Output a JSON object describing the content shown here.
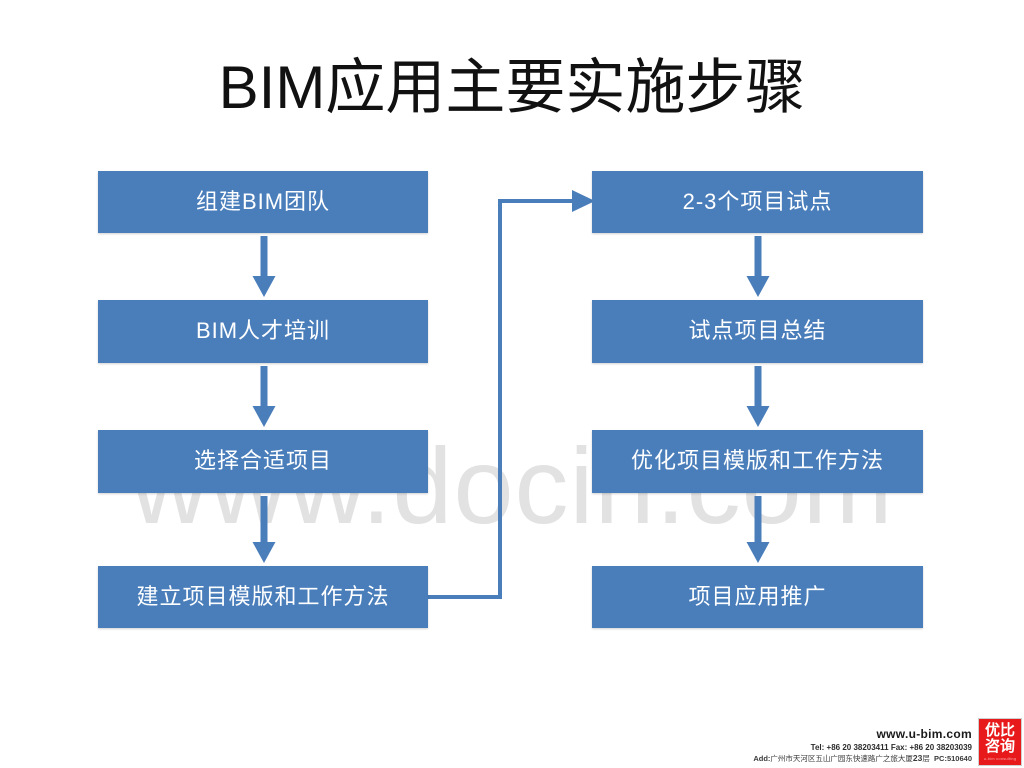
{
  "slide": {
    "title": "BIM应用主要实施步骤",
    "background_color": "#ffffff",
    "box_color": "#4A7EBB",
    "box_text_color": "#ffffff",
    "connector_color": "#4A7EBB"
  },
  "watermark": {
    "text": "www.docin.com",
    "color": "#e2e2e2"
  },
  "flowchart": {
    "left_column": [
      {
        "id": "step-1",
        "label": "组建BIM团队"
      },
      {
        "id": "step-2",
        "label": "BIM人才培训"
      },
      {
        "id": "step-3",
        "label": "选择合适项目"
      },
      {
        "id": "step-4",
        "label": "建立项目模版和工作方法"
      }
    ],
    "right_column": [
      {
        "id": "step-5",
        "label": "2-3个项目试点"
      },
      {
        "id": "step-6",
        "label": "试点项目总结"
      },
      {
        "id": "step-7",
        "label": "优化项目模版和工作方法"
      },
      {
        "id": "step-8",
        "label": "项目应用推广"
      }
    ]
  },
  "footer": {
    "url": "www.u-bim.com",
    "tel_fax": "Tel: +86 20 38203411  Fax: +86 20 38203039",
    "address_label": "Add:",
    "address": "广州市天河区五山广园东快速路广之旅大厦",
    "address_floor": "23",
    "address_floor_unit": "层",
    "postcode_label": "PC:",
    "postcode": "510640",
    "logo": {
      "line1": "优比",
      "line2": "咨询",
      "tagline": "u-bim consulting",
      "background_color": "#e8191b"
    }
  }
}
